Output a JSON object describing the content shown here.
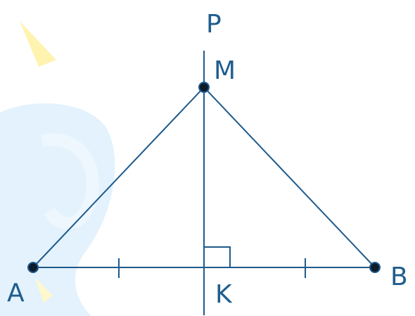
{
  "labels": {
    "P": "P",
    "M": "M",
    "A": "A",
    "B": "B",
    "K": "K"
  },
  "colors": {
    "line": "#1e5a8c",
    "label": "#1f5d8e",
    "background": "#ffffff",
    "decor_blue": "#e3f2fc",
    "decor_yellow": "#fff3b0"
  }
}
